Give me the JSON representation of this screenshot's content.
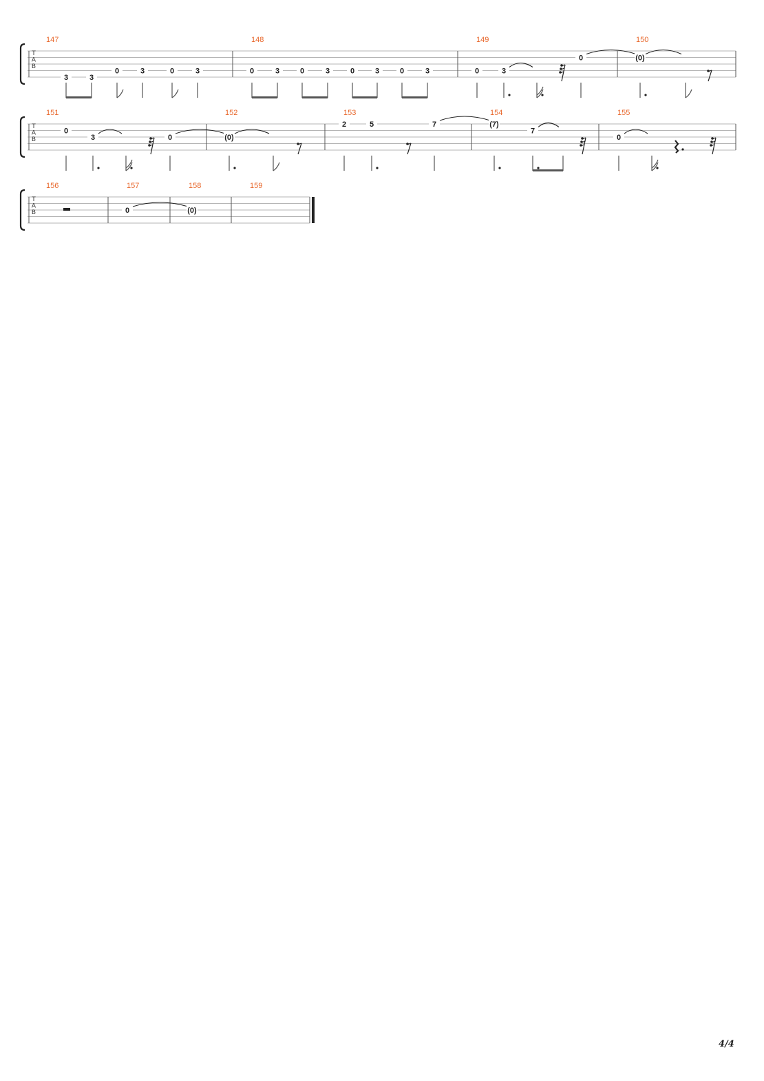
{
  "page_number": "4/4",
  "tab_clef": [
    "T",
    "A",
    "B"
  ],
  "systems": [
    {
      "measures": [
        {
          "number": "147",
          "notes": [
            {
              "fret": "3",
              "string": 4,
              "dur": "8",
              "beam": "a"
            },
            {
              "fret": "3",
              "string": 4,
              "dur": "8",
              "beam": "a"
            },
            {
              "fret": "0",
              "string": 3,
              "dur": "8"
            },
            {
              "fret": "3",
              "string": 3,
              "dur": "4"
            },
            {
              "fret": "0",
              "string": 3,
              "dur": "8"
            },
            {
              "fret": "3",
              "string": 3,
              "dur": "4"
            }
          ]
        },
        {
          "number": "148",
          "notes": [
            {
              "fret": "0",
              "string": 3,
              "dur": "8",
              "beam": "a"
            },
            {
              "fret": "3",
              "string": 3,
              "dur": "8",
              "beam": "a"
            },
            {
              "fret": "0",
              "string": 3,
              "dur": "8",
              "beam": "b"
            },
            {
              "fret": "3",
              "string": 3,
              "dur": "8",
              "beam": "b"
            },
            {
              "fret": "0",
              "string": 3,
              "dur": "8",
              "beam": "c"
            },
            {
              "fret": "3",
              "string": 3,
              "dur": "8",
              "beam": "c"
            },
            {
              "fret": "0",
              "string": 3,
              "dur": "8",
              "beam": "d"
            },
            {
              "fret": "3",
              "string": 3,
              "dur": "8",
              "beam": "d"
            }
          ]
        },
        {
          "number": "149",
          "notes": [
            {
              "fret": "0",
              "string": 3,
              "dur": "4"
            },
            {
              "fret": "3",
              "string": 3,
              "dur": "4",
              "dot": true,
              "tie": true
            },
            {
              "fret": "",
              "string": 3,
              "dur": "16",
              "dot": true,
              "tied_target": true
            },
            {
              "rest": "32"
            },
            {
              "fret": "0",
              "string": 1,
              "dur": "4",
              "tie": true
            }
          ]
        },
        {
          "number": "150",
          "notes": [
            {
              "fret": "(0)",
              "string": 1,
              "dur": "4",
              "dot": true,
              "tie": true
            },
            {
              "fret": "",
              "string": 1,
              "dur": "8",
              "tied_target": true
            },
            {
              "rest": "8"
            }
          ]
        }
      ]
    },
    {
      "measures": [
        {
          "number": "151",
          "notes": [
            {
              "fret": "0",
              "string": 1,
              "dur": "4"
            },
            {
              "fret": "3",
              "string": 2,
              "dur": "4",
              "dot": true,
              "tie": true
            },
            {
              "fret": "",
              "string": 2,
              "dur": "16",
              "dot": true,
              "tied_target": true
            },
            {
              "rest": "32"
            },
            {
              "fret": "0",
              "string": 2,
              "dur": "4",
              "tie": true
            }
          ]
        },
        {
          "number": "152",
          "notes": [
            {
              "fret": "(0)",
              "string": 2,
              "dur": "4",
              "dot": true,
              "tie": true
            },
            {
              "fret": "",
              "string": 2,
              "dur": "8",
              "tied_target": true
            },
            {
              "rest": "8"
            }
          ]
        },
        {
          "number": "153",
          "notes": [
            {
              "fret": "2",
              "string": 0,
              "dur": "4"
            },
            {
              "fret": "5",
              "string": 0,
              "dur": "4",
              "dot": true
            },
            {
              "rest": "8"
            },
            {
              "fret": "7",
              "string": 0,
              "dur": "4",
              "tie": true
            }
          ]
        },
        {
          "number": "154",
          "notes": [
            {
              "fret": "(7)",
              "string": 0,
              "dur": "4",
              "dot": true
            },
            {
              "fret": "7",
              "string": 1,
              "dur": "8",
              "dot": true,
              "tie": true,
              "beam": "a"
            },
            {
              "fret": "",
              "string": 1,
              "dur": "32",
              "tied_target": true,
              "beam": "a"
            },
            {
              "rest": "32"
            }
          ]
        },
        {
          "number": "155",
          "notes": [
            {
              "fret": "0",
              "string": 2,
              "dur": "4",
              "tie": true
            },
            {
              "fret": "",
              "string": 2,
              "dur": "16",
              "dot": true,
              "tied_target": true
            },
            {
              "rest": "4"
            },
            {
              "rest": "32"
            }
          ]
        }
      ]
    },
    {
      "measures": [
        {
          "number": "156",
          "notes": [
            {
              "rest": "2"
            }
          ]
        },
        {
          "number": "157",
          "notes": [
            {
              "fret": "0",
              "string": 2,
              "tie": true
            }
          ]
        },
        {
          "number": "158",
          "notes": [
            {
              "fret": "(0)",
              "string": 2
            }
          ]
        },
        {
          "number": "159",
          "notes": [],
          "final": true
        }
      ]
    }
  ]
}
